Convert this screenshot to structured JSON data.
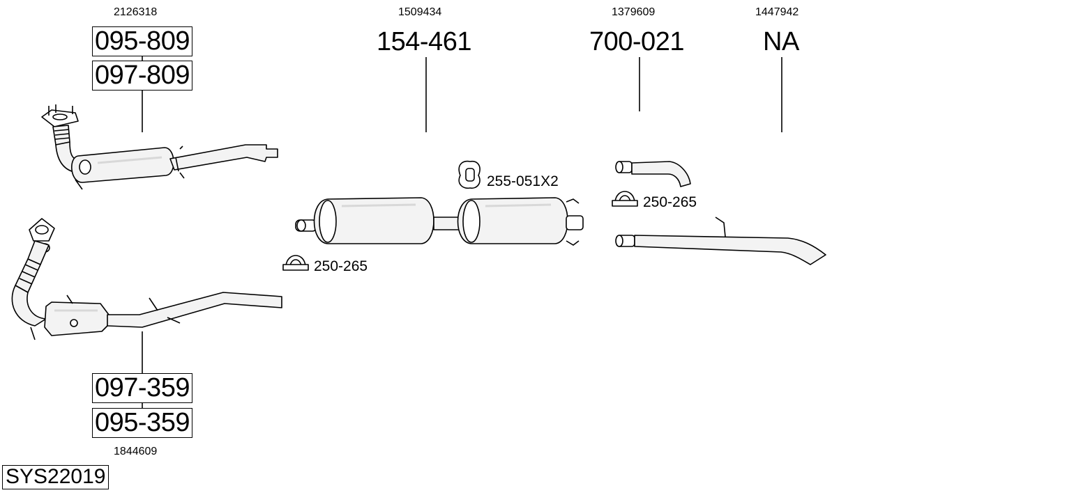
{
  "system_id": "SYS22019",
  "parts": {
    "front_pipe_top": {
      "ref": "2126318",
      "numbers": [
        "095-809",
        "097-809"
      ]
    },
    "front_pipe_bottom": {
      "ref": "1844609",
      "numbers": [
        "097-359",
        "095-359"
      ]
    },
    "center_muffler": {
      "ref": "1509434",
      "number": "154-461"
    },
    "rear_pipe_bend": {
      "ref": "1379609",
      "number": "700-021"
    },
    "tail_pipe": {
      "ref": "1447942",
      "number": "NA"
    }
  },
  "accessories": {
    "hanger": {
      "label": "255-051X2"
    },
    "clamp_left": {
      "label": "250-265"
    },
    "clamp_right": {
      "label": "250-265"
    }
  }
}
